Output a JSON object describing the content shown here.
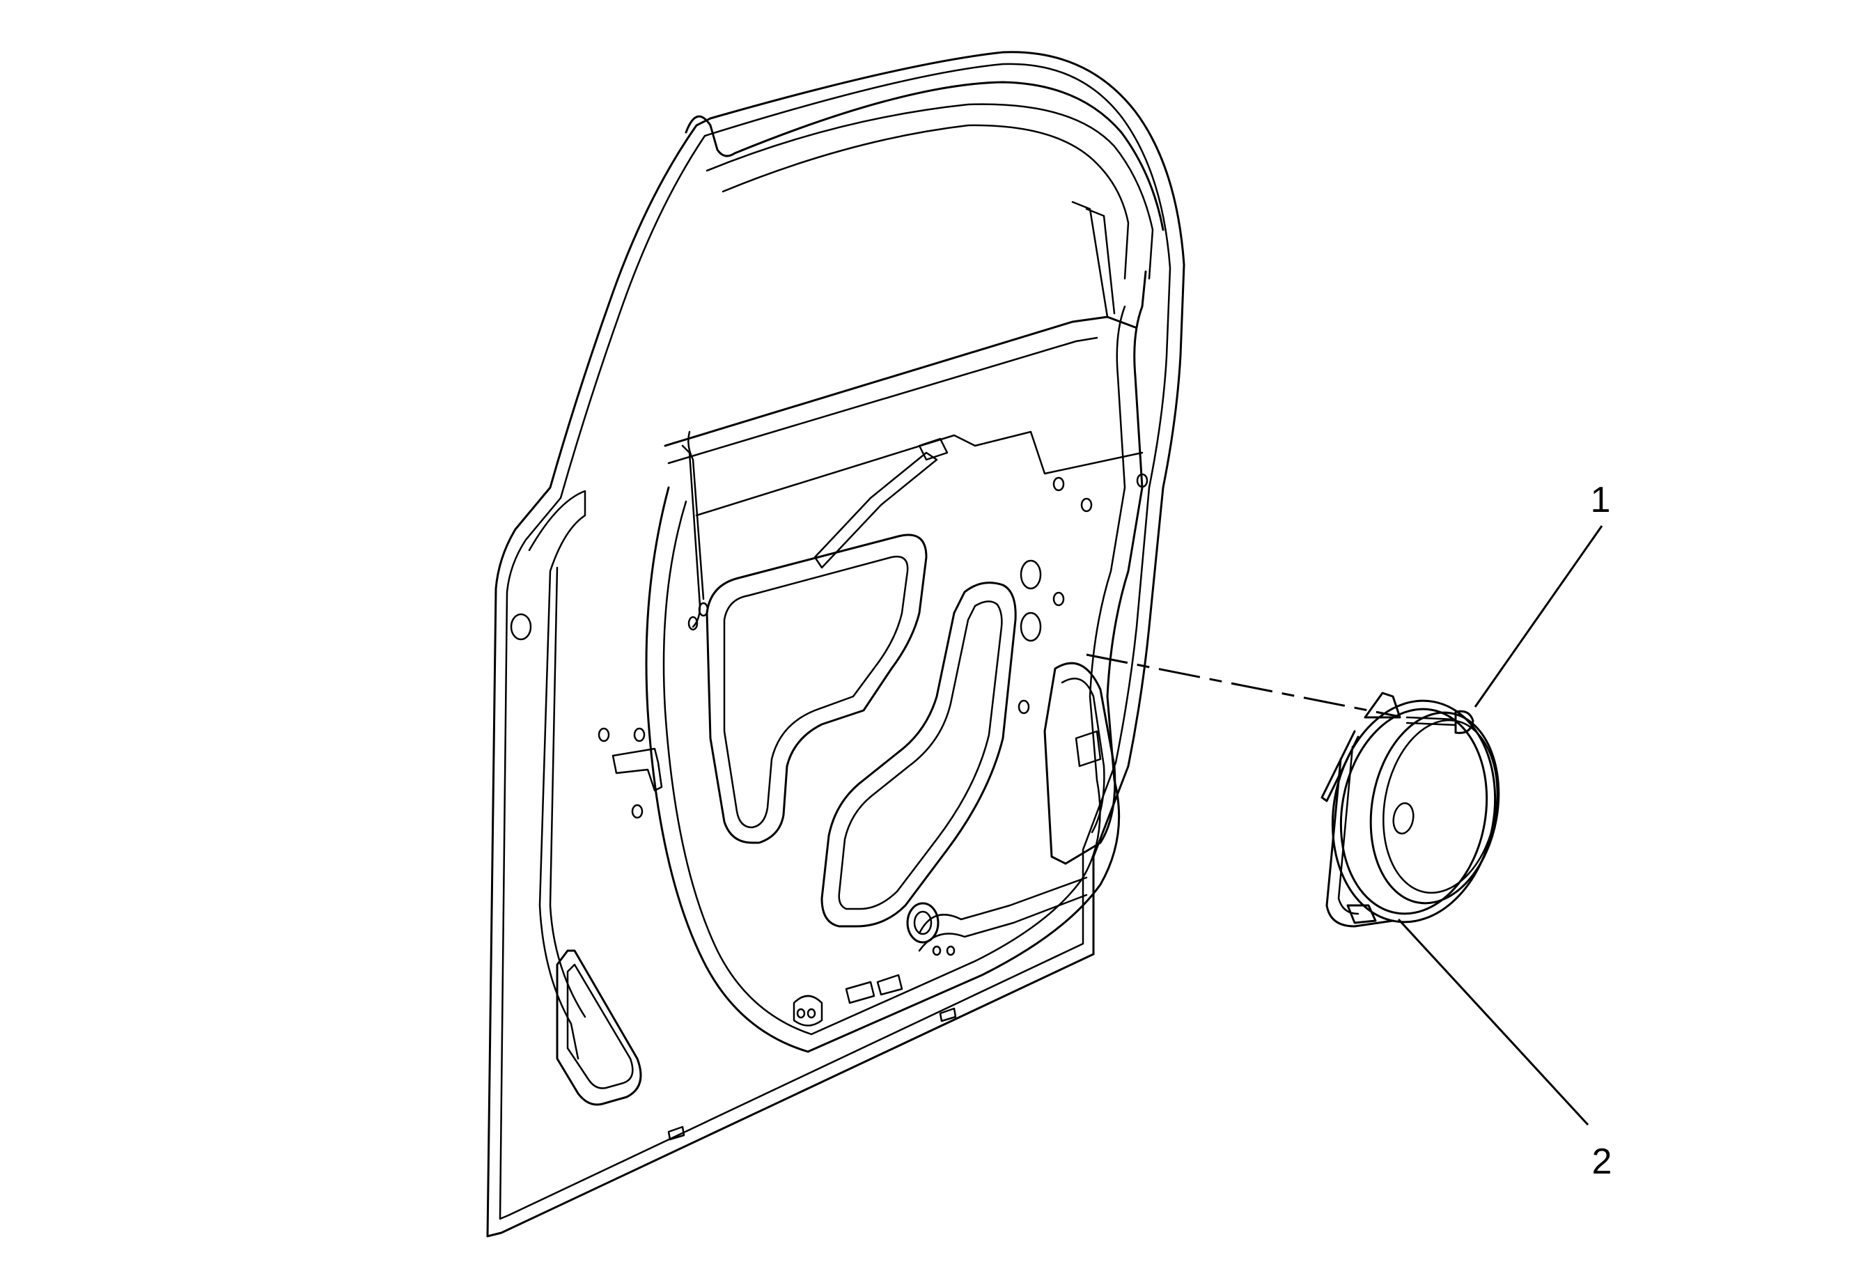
{
  "callouts": [
    {
      "number": "1",
      "part": "fastener"
    },
    {
      "number": "2",
      "part": "speaker"
    }
  ],
  "colors": {
    "line": "#000000",
    "background": "#ffffff"
  }
}
